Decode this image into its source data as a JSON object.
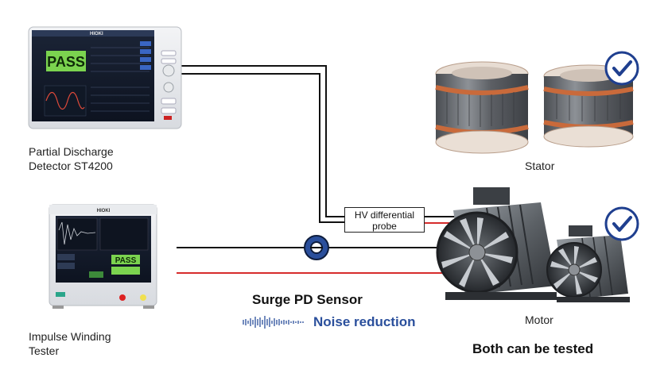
{
  "labels": {
    "pd_detector_line1": "Partial Discharge",
    "pd_detector_line2": "Detector ST4200",
    "impulse_line1": "Impulse Winding",
    "impulse_line2": "Tester",
    "probe_line1": "HV differential",
    "probe_line2": "probe",
    "sensor": "Surge PD Sensor",
    "noise": "Noise reduction",
    "stator": "Stator",
    "motor": "Motor",
    "both": "Both can be tested"
  },
  "devices": {
    "st4200": {
      "brand": "HIOKI",
      "screen_result": "PASS"
    },
    "impulse": {
      "brand": "HIOKI",
      "screen_result": "PASS"
    }
  },
  "colors": {
    "wire_black": "#111111",
    "wire_red": "#d62c2c",
    "sensor_blue": "#2a4f9c",
    "noise_text": "#2a4f9c",
    "pass_green": "#7bd34f",
    "check_blue": "#1f3f8f"
  }
}
